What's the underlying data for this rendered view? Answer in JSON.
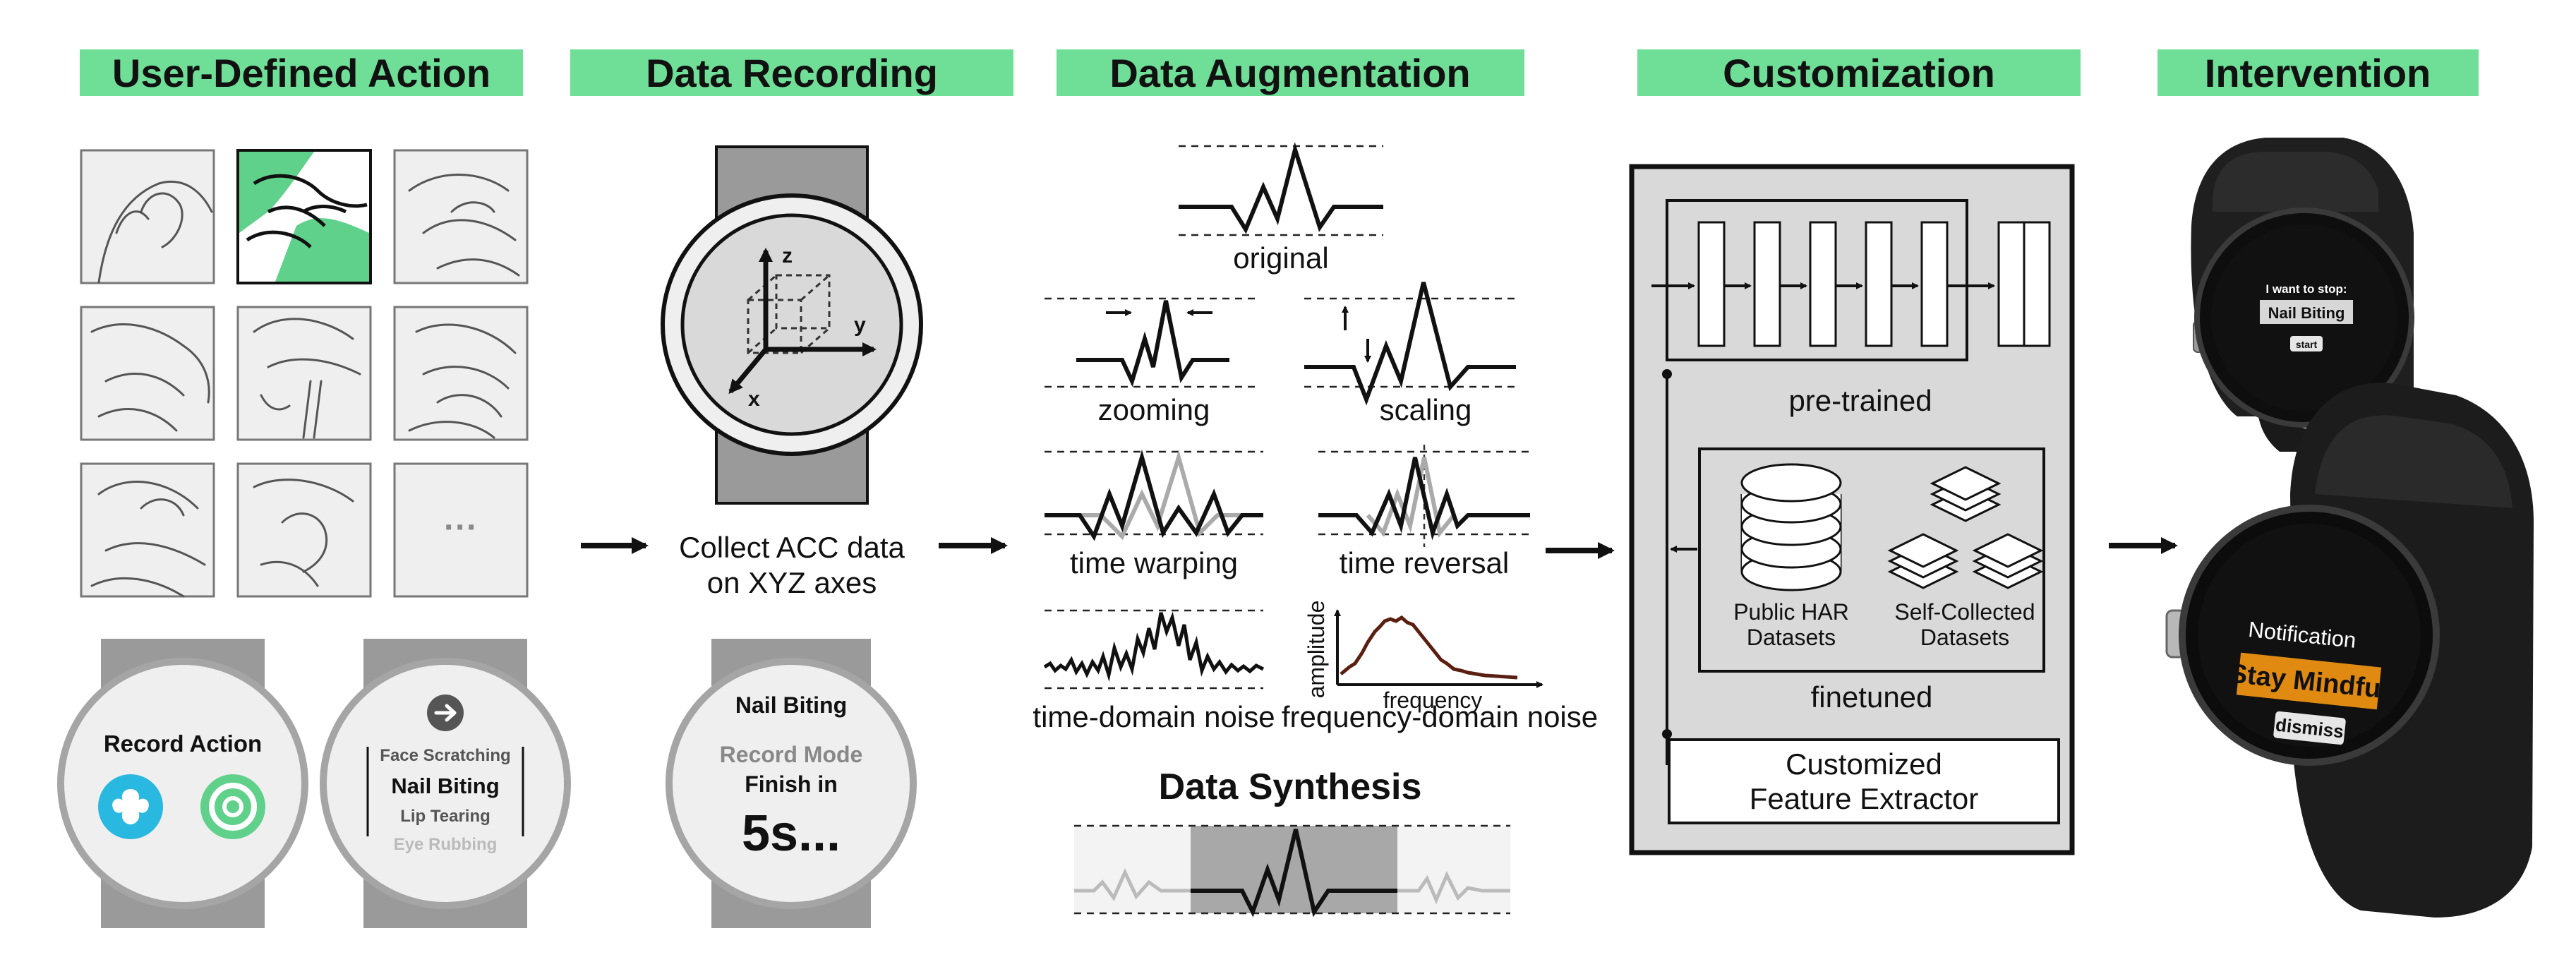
{
  "colors": {
    "header_bg": "#6fdf98",
    "action_green": "#5fd18a",
    "panel_gray": "#d9d9d9",
    "watch_face": "#efefef",
    "band_gray": "#9a9a9a",
    "cyan_button": "#29b8e0",
    "notification_orange": "#e08a12"
  },
  "headers": {
    "user_defined_action": "User-Defined Action",
    "data_recording": "Data Recording",
    "data_augmentation": "Data Augmentation",
    "customization": "Customization",
    "intervention": "Intervention"
  },
  "action_grid": {
    "more_label": "···"
  },
  "record_watch": {
    "title": "Record Action",
    "icons": [
      "flower-icon",
      "target-icon"
    ]
  },
  "select_watch": {
    "icon": "arrow-right-icon",
    "options": [
      "Face Scratching",
      "Nail Biting",
      "Lip Tearing",
      "Eye Rubbing"
    ],
    "selected": "Nail Biting"
  },
  "recording": {
    "axes": [
      "z",
      "y",
      "x"
    ],
    "caption_line1": "Collect ACC data",
    "caption_line2": "on XYZ axes",
    "watch_title": "Nail Biting",
    "watch_mode": "Record Mode",
    "watch_finish": "Finish in",
    "watch_countdown": "5s..."
  },
  "augmentation": {
    "original": "original",
    "zooming": "zooming",
    "scaling": "scaling",
    "time_warping": "time warping",
    "time_reversal": "time reversal",
    "time_noise": "time-domain noise",
    "freq_noise": "frequency-domain noise",
    "freq_ylabel": "amplitude",
    "freq_xlabel": "frequency",
    "synthesis_title": "Data Synthesis"
  },
  "customization": {
    "pretrained": "pre-trained",
    "public_line1": "Public HAR",
    "public_line2": "Datasets",
    "self_line1": "Self-Collected",
    "self_line2": "Datasets",
    "finetuned": "finetuned",
    "extractor_line1": "Customized",
    "extractor_line2": "Feature Extractor"
  },
  "intervention": {
    "small_watch_prompt": "I want to stop:",
    "small_watch_action": "Nail Biting",
    "small_watch_button": "start",
    "big_watch_title": "Notification",
    "big_watch_message": "Stay Mindful",
    "big_watch_button": "dismiss"
  }
}
